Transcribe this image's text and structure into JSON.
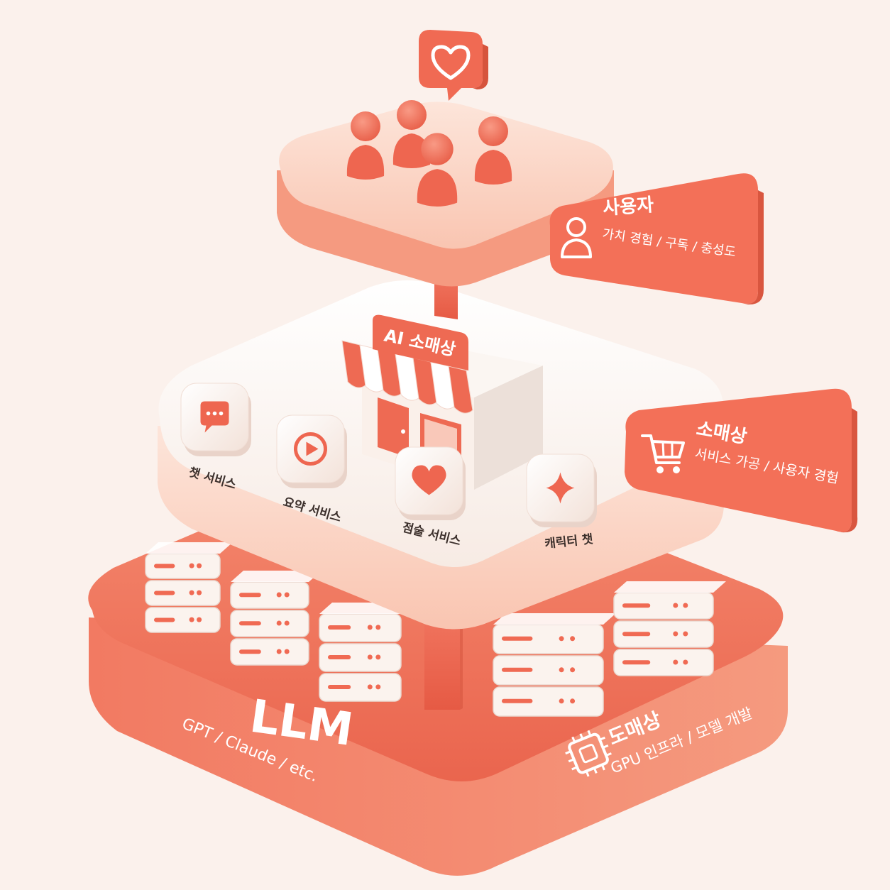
{
  "colors": {
    "background": "#fbf1ec",
    "coral": "#f0705a",
    "coral_dark": "#d9573f",
    "coral_light": "#f7a58f",
    "peach": "#fbd2c2",
    "cream": "#fdf6f1",
    "white": "#ffffff"
  },
  "top_layer": {
    "card": {
      "title": "사용자",
      "subtitle": "가치 경험 / 구독 / 충성도",
      "icon": "user-icon"
    },
    "bubble_icon": "heart-chat-icon",
    "people_icon": "person-figure-icon"
  },
  "middle_layer": {
    "store_sign": "AI 소매상",
    "card": {
      "title": "소매상",
      "subtitle": "서비스 가공 / 사용자 경험",
      "icon": "shopping-cart-icon"
    },
    "services": [
      {
        "label": "챗 서비스",
        "icon": "chat-bubble-icon"
      },
      {
        "label": "요약 서비스",
        "icon": "play-icon"
      },
      {
        "label": "점술 서비스",
        "icon": "heart-icon"
      },
      {
        "label": "캐릭터 챗",
        "icon": "sparkle-icon"
      }
    ]
  },
  "bottom_layer": {
    "title": "LLM",
    "subtitle": "GPT / Claude / etc.",
    "card": {
      "title": "도매상",
      "subtitle": "GPU 인프라 / 모델 개발",
      "icon": "chip-icon"
    },
    "server_icon": "server-rack-icon"
  }
}
